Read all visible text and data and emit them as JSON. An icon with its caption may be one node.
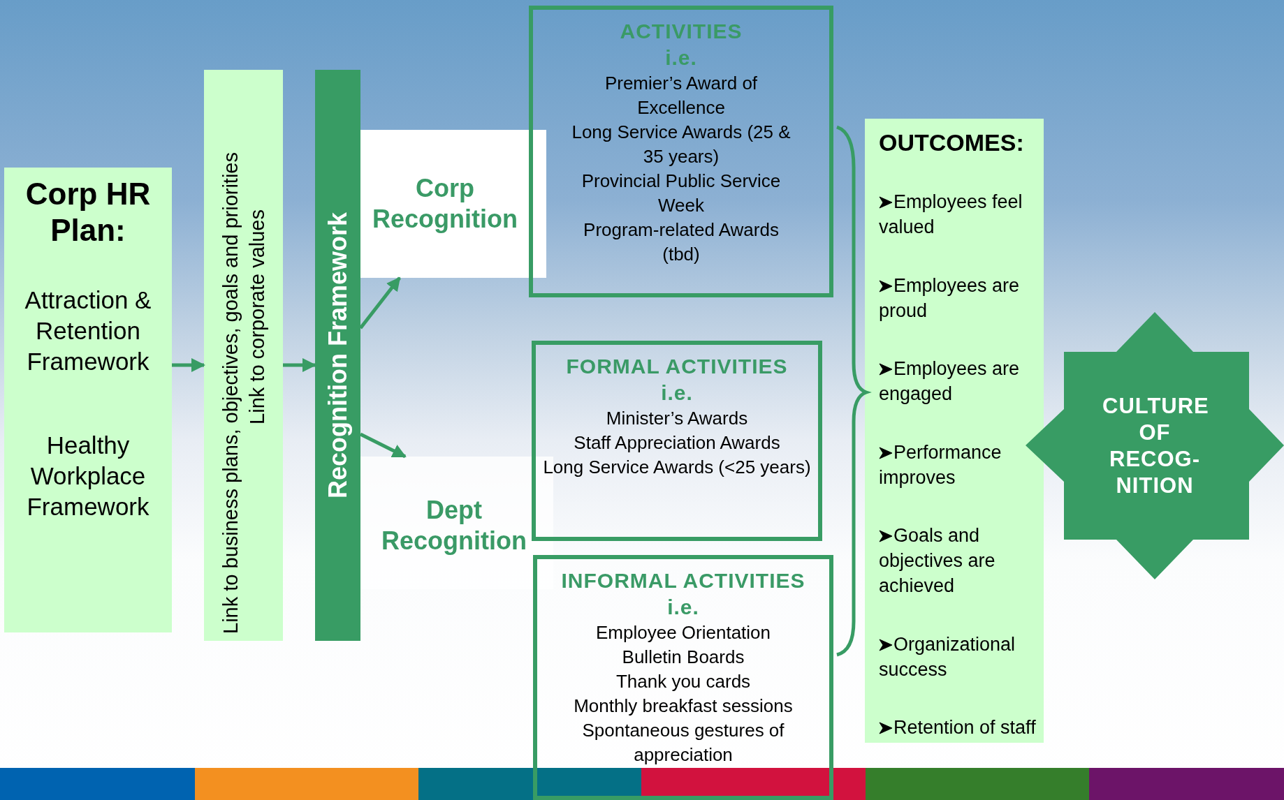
{
  "diagram": {
    "nodes": [
      {
        "text": [
          "Corp HR Plan:",
          "Attraction & Retention Framework",
          "Healthy Workplace Framework"
        ]
      },
      {
        "text": [
          "Link to business plans, objectives, goals and priorities",
          "Link to corporate values"
        ]
      },
      {
        "text": [
          "Recognition Framework"
        ]
      },
      {
        "text": [
          "Corp Recognition"
        ]
      },
      {
        "text": [
          "Dept Recognition"
        ]
      },
      {
        "text": [
          "ACTIVITIES",
          "i.e.",
          "Premier’s Award of Excellence",
          "Long Service Awards (25 & 35 years)",
          "Provincial Public Service Week",
          "Program-related Awards (tbd)"
        ]
      },
      {
        "text": [
          "FORMAL ACTIVITIES",
          "i.e.",
          "Minister’s Awards",
          "Staff Appreciation Awards",
          "Long Service Awards (<25 years)"
        ]
      },
      {
        "text": [
          "INFORMAL ACTIVITIES",
          "i.e.",
          "Employee Orientation",
          "Bulletin Boards",
          "Thank you cards",
          "Monthly breakfast sessions",
          "Spontaneous gestures of appreciation"
        ]
      },
      {
        "text": [
          "OUTCOMES:",
          "Employees feel valued",
          "Employees are proud",
          "Employees are engaged",
          "Performance improves",
          "Goals and objectives are achieved",
          "Organizational success",
          "Retention of staff"
        ]
      },
      {
        "text": [
          "CULTURE OF RECOG- NITION"
        ]
      }
    ],
    "edges": [
      {
        "from": 0,
        "to": 1,
        "arrow": "to"
      },
      {
        "from": 1,
        "to": 2,
        "arrow": "to"
      },
      {
        "from": 2,
        "to": 3,
        "arrow": "to"
      },
      {
        "from": 2,
        "to": 4,
        "arrow": "to"
      }
    ]
  }
}
